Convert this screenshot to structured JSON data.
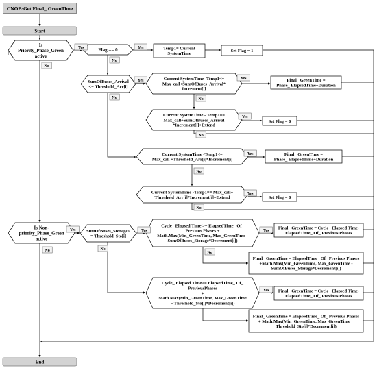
{
  "title": "CNOB:Get Final_ GreenTime",
  "terminals": {
    "start": "Start",
    "end": "End"
  },
  "labels": {
    "yes": "Yes",
    "no": "No"
  },
  "nodes": {
    "priority_check": [
      "Is",
      "Priority_Phase_Green",
      "active"
    ],
    "flag_check": [
      "Flag == 0"
    ],
    "set_temp": [
      "Temp1= Current",
      "SystemTime"
    ],
    "set_flag_1": [
      "Set Flag = 1"
    ],
    "arrival_check": [
      "SumOfBuses_Arrival",
      "<= Threshold_Arr[i]"
    ],
    "time_check_1": [
      "Current SystemTime -Temp1<=",
      "Max_call+SumOfBuses_Arrival*",
      "Increment[i]"
    ],
    "final_1": [
      "Final_ GreenTime =",
      "Phase_ ElapsedTime+Duration"
    ],
    "time_check_2": [
      "Current SystemTime - Temp1==",
      "Max_call+SumOfBuses_Arrival",
      "*Increment[i]+Extend"
    ],
    "set_flag_0_a": [
      "Set Flag = 0"
    ],
    "time_check_3": [
      "Current SystemTime -Temp1<=",
      "Max_call +Threshold_Arr[i]*Increment[i]"
    ],
    "final_2": [
      "Final_ GreenTime =",
      "Phase_ ElapsedTime+Duration"
    ],
    "time_check_4": [
      "Current SystemTime -Temp1== Max_call+",
      "Threshold_Arr[i]*Increment[i]+Extend"
    ],
    "set_flag_0_b": [
      "Set Flag = 0"
    ],
    "nonpriority_check": [
      "Is Non-",
      "priority_Phase_Green",
      "active"
    ],
    "storage_check": [
      "SumOfBuses_Storage<",
      "= Threshold_Sto[i]"
    ],
    "cycle_check_1": [
      "Cycle_ Elapsed Time >= ElapsedTime_ Of_",
      "Previous Phases +",
      "Math.Max(Min_GreenTime, Max_GreenTime -",
      "SumOfBuses_Storage*Decrement[i])"
    ],
    "final_3": [
      "Final_ GreenTime = Cycle_ Elapsed Time-",
      "ElapsedTime_ Of_ Previous Phases"
    ],
    "final_4": [
      "Final_ GreenTime = ElapsedTime_ Of_ Previous Phases",
      "+Math.Max(Min_GreenTime, Max_GreenTime -",
      "SumOfBuses_Storage*Decrement[i])"
    ],
    "cycle_check_2": [
      "Cycle_ Elapsed Time>= ElapsedTime_ Of_",
      "PreviousPhases",
      "+",
      "Math.Max(Min_GreenTime, Max_GreenTime",
      "− Threshold_Sto[i]*Decrement[i])"
    ],
    "final_5": [
      "Final_ GreenTime = Cycle_ Elapsed Time-",
      "ElapsedTime_ Of_ Previous Phases"
    ],
    "final_6": [
      "Final_ GreenTime = ElapsedTime_ Of_ Previous Phases",
      "+ Math.Max(Min_GreenTime, Max_GreenTime −",
      "Threshold_Sto[i]*Decrement[i])"
    ]
  }
}
